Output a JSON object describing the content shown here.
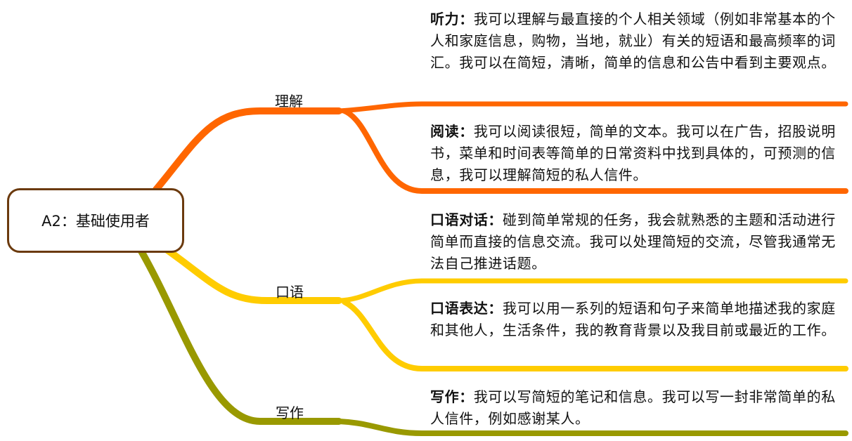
{
  "diagram": {
    "type": "mindmap",
    "root": {
      "label": "A2：基础使用者",
      "border_color": "#6B3A0E"
    },
    "branches": [
      {
        "label": "理解",
        "color": "#FF6600",
        "leaves": [
          {
            "title": "听力：",
            "text": "我可以理解与最直接的个人相关领域（例如非常基本的个人和家庭信息，购物，当地，就业）有关的短语和最高频率的词汇。我可以在简短，清晰，简单的信息和公告中看到主要观点。"
          },
          {
            "title": "阅读：",
            "text": "我可以阅读很短，简单的文本。我可以在广告，招股说明书，菜单和时间表等简单的日常资料中找到具体的，可预测的信息，我可以理解简短的私人信件。"
          }
        ]
      },
      {
        "label": "口语",
        "color": "#FFCC00",
        "leaves": [
          {
            "title": "口语对话：",
            "text": "碰到简单常规的任务，我会就熟悉的主题和活动进行简单而直接的信息交流。我可以处理简短的交流，尽管我通常无法自己推进话题。"
          },
          {
            "title": "口语表达：",
            "text": "我可以用一系列的短语和句子来简单地描述我的家庭和其他人，生活条件，我的教育背景以及我目前或最近的工作。"
          }
        ]
      },
      {
        "label": "写作",
        "color": "#999900",
        "leaves": [
          {
            "title": "写作：",
            "text": "我可以写简短的笔记和信息。我可以写一封非常简单的私人信件，例如感谢某人。"
          }
        ]
      }
    ]
  }
}
